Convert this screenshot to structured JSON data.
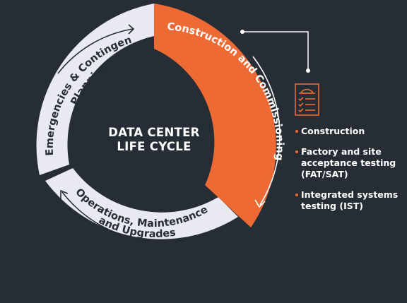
{
  "title": {
    "line1": "DATA CENTER",
    "line2": "LIFE CYCLE"
  },
  "segments": [
    {
      "id": "construction",
      "label": "Construction and Commissioning",
      "color": "#ee6a35"
    },
    {
      "id": "operations",
      "line1": "Operations, Maintenance",
      "line2": "and Upgrades",
      "color": "#e9eaf1"
    },
    {
      "id": "emergencies",
      "line1": "Emergencies & Contingency",
      "line2": "Planning",
      "color": "#e9eaf1"
    }
  ],
  "details": {
    "icon": "clipboard-hardhat-icon",
    "accent": "#ee6a35",
    "bullets": [
      "Construction",
      "Factory and site acceptance testing (FAT/SAT)",
      "Integrated systems testing (IST)"
    ]
  }
}
